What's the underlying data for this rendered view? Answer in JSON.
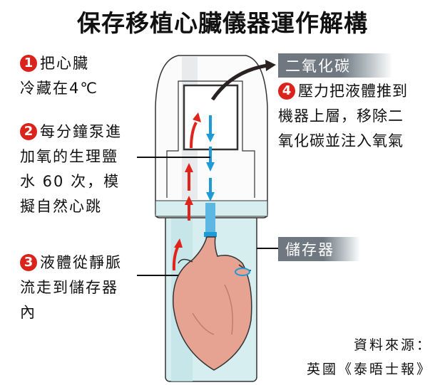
{
  "title": "保存移植心臟儀器運作解構",
  "steps": [
    {
      "num": "1",
      "lines": [
        "把心臟",
        "冷藏在4℃"
      ]
    },
    {
      "num": "2",
      "lines": [
        "每分鐘泵進",
        "加氧的生理鹽",
        "水 60 次，模",
        "擬自然心跳"
      ]
    },
    {
      "num": "3",
      "lines": [
        "液體從靜脈",
        "流走到儲存器",
        "內"
      ]
    },
    {
      "num": "4",
      "lines": [
        "壓力把液體推到",
        "機器上層，移除二",
        "氧化碳並注入氧氣"
      ]
    }
  ],
  "labels": {
    "co2": "二氧化碳",
    "reservoir": "儲存器"
  },
  "source": {
    "label": "資料來源：",
    "name": "英國《泰晤士報》"
  },
  "colors": {
    "accent_red": "#d9231b",
    "flow_blue": "#1e9ad6",
    "label_gray": "#6f7780"
  }
}
